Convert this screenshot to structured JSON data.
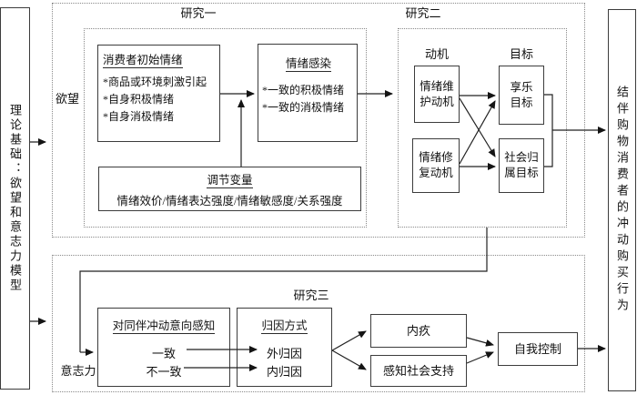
{
  "colors": {
    "background": "#ffffff",
    "text": "#111111",
    "box_border": "#3c3c3c",
    "dashed_border": "#8a8a8a",
    "arrow": "#1a1a1a"
  },
  "left_box": {
    "text": "理论基础：欲望和意志力模型"
  },
  "right_box": {
    "text": "结伴购物消费者的冲动购买行为"
  },
  "labels": {
    "study1": "研究一",
    "study2": "研究二",
    "study3": "研究三",
    "desire": "欲望",
    "willpower": "意志力",
    "motivation": "动机",
    "goal": "目标"
  },
  "boxes": {
    "initial_emotion": {
      "title": "消费者初始情绪",
      "items": [
        "*商品或环境刺激引起",
        "*自身积极情绪",
        "*自身消极情绪"
      ]
    },
    "emotion_contagion": {
      "title": "情绪感染",
      "items": [
        "*一致的积极情绪",
        "*一致的消极情绪"
      ]
    },
    "moderators": {
      "title": "调节变量",
      "content": "情绪效价/情绪表达强度/情绪敏感度/关系强度"
    },
    "emotion_maintenance": {
      "lines": [
        "情绪维",
        "护动机"
      ]
    },
    "emotion_repair": {
      "lines": [
        "情绪修",
        "复动机"
      ]
    },
    "hedonic_goal": {
      "lines": [
        "享乐",
        "目标"
      ]
    },
    "social_belonging_goal": {
      "lines": [
        "社会归",
        "属目标"
      ]
    },
    "peer_impulse_perception": {
      "title": "对同伴冲动意向感知",
      "rows": [
        "一致",
        "不一致"
      ]
    },
    "attribution": {
      "title": "归因方式",
      "rows": [
        "外归因",
        "内归因"
      ]
    },
    "guilt": {
      "text": "内疚"
    },
    "social_support": {
      "text": "感知社会支持"
    },
    "self_control": {
      "text": "自我控制"
    }
  }
}
